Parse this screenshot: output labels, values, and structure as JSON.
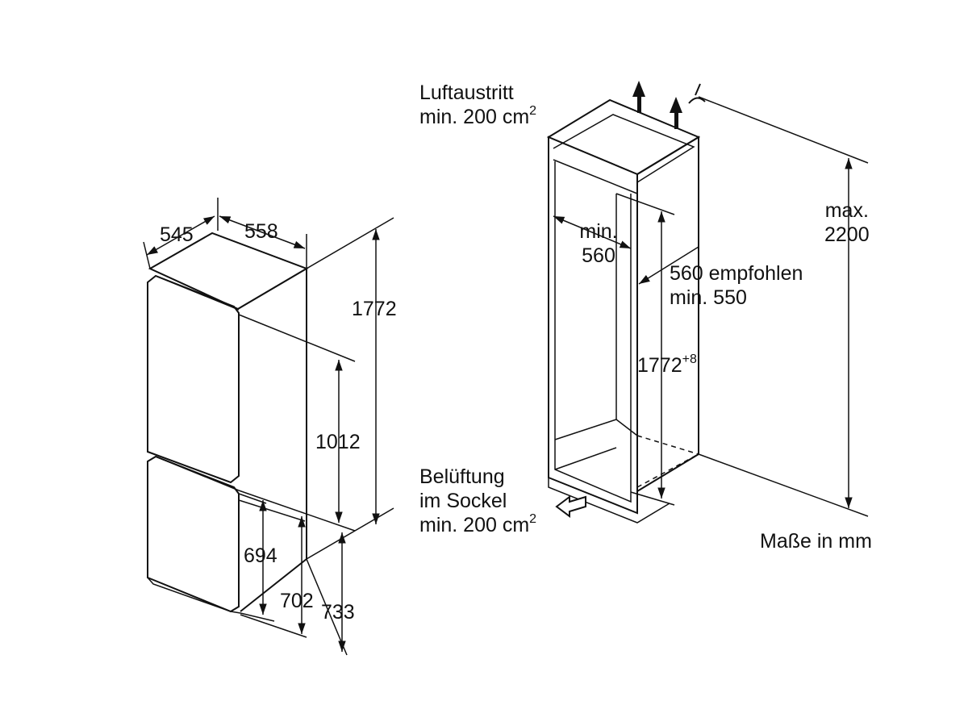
{
  "appliance": {
    "depth": "545",
    "width": "558",
    "height": "1772",
    "upper_door_height": "1012",
    "lower_dim_1": "694",
    "lower_dim_2": "702",
    "lower_dim_3": "733"
  },
  "niche": {
    "air_outlet_line1": "Luftaustritt",
    "air_outlet_line2": "min. 200 cm",
    "air_outlet_sup": "2",
    "min_width_line1": "min.",
    "min_width_line2": "560",
    "depth_line1": "560 empfohlen",
    "depth_line2": "min. 550",
    "niche_height": "1772",
    "niche_height_sup": "+8",
    "max_height_line1": "max.",
    "max_height_line2": "2200",
    "plinth_vent_line1": "Belüftung",
    "plinth_vent_line2": "im Sockel",
    "plinth_vent_line3": "min. 200 cm",
    "plinth_vent_sup": "2"
  },
  "units_note": "Maße in mm"
}
